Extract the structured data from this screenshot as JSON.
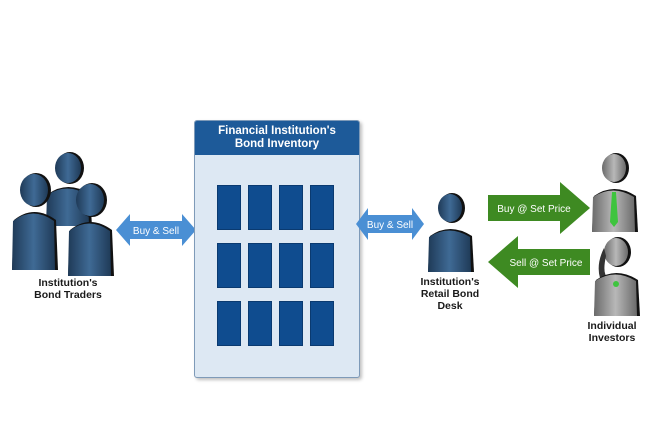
{
  "inventory": {
    "title_line1": "Financial Institution's",
    "title_line2": "Bond Inventory",
    "bond_count": 12
  },
  "traders": {
    "line1": "Institution's",
    "line2": "Bond Traders"
  },
  "desk": {
    "line1": "Institution's",
    "line2": "Retail Bond",
    "line3": "Desk"
  },
  "investors": {
    "line1": "Individual",
    "line2": "Investors"
  },
  "arrows": {
    "traders_inventory": "Buy & Sell",
    "inventory_desk": "Buy & Sell",
    "buy_price": "Buy @ Set Price",
    "sell_price": "Sell @ Set Price"
  },
  "colors": {
    "blue_arrow": "#4a8fd4",
    "green_arrow": "#3e8a22",
    "inventory_header": "#1d5a99",
    "bond_block": "#0f4c8f",
    "person_dark": "#2c4e72",
    "tie_green": "#3ec43e"
  }
}
